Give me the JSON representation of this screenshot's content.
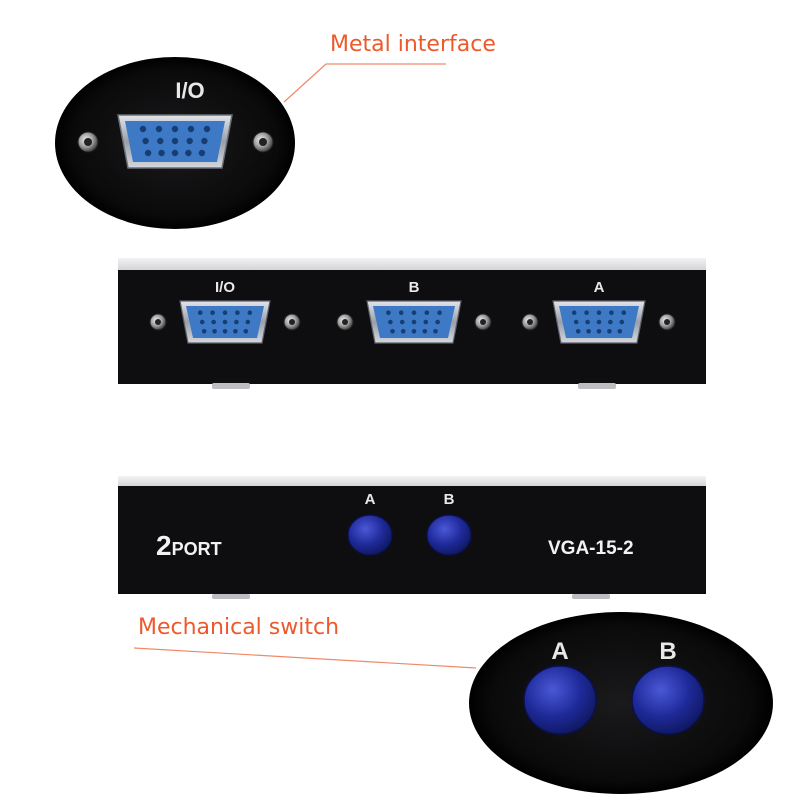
{
  "callouts": {
    "top": "Metal interface",
    "bottom": "Mechanical switch"
  },
  "zoom_top": {
    "port_label": "I/O"
  },
  "rear_panel": {
    "ports": [
      {
        "label": "I/O"
      },
      {
        "label": "B"
      },
      {
        "label": "A"
      }
    ]
  },
  "front_panel": {
    "brand_number": "2",
    "brand_word": "PORT",
    "model": "VGA-15-2",
    "buttons": [
      {
        "label": "A"
      },
      {
        "label": "B"
      }
    ]
  },
  "zoom_bottom": {
    "buttons": [
      {
        "label": "A"
      },
      {
        "label": "B"
      }
    ]
  },
  "colors": {
    "callout_text": "#ec5a2c",
    "callout_line": "#ee8a6a",
    "device_body": "#0e0e10",
    "device_top_edge": "#dadade",
    "vga_blue": "#3d79c4",
    "button_blue": "#1f2a9a"
  }
}
